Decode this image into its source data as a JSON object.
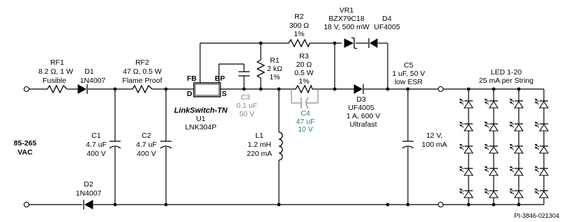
{
  "figure_id": "PI-3846-021304",
  "input": {
    "voltage_line1": "85-265",
    "voltage_line2": "VAC"
  },
  "components": {
    "RF1": {
      "ref": "RF1",
      "value": "8.2 Ω, 1 W",
      "note": "Fusible"
    },
    "D1": {
      "ref": "D1",
      "part": "1N4007"
    },
    "RF2": {
      "ref": "RF2",
      "value": "47 Ω, 0.5 W",
      "note": "Flame Proof"
    },
    "C1": {
      "ref": "C1",
      "value": "4.7 uF",
      "rating": "400 V"
    },
    "C2": {
      "ref": "C2",
      "value": "4.7 uF",
      "rating": "400 V"
    },
    "D2": {
      "ref": "D2",
      "part": "1N4007"
    },
    "U1": {
      "brand": "LinkSwitch-TN",
      "ref": "U1",
      "part": "LNK304P",
      "pin_fb": "FB",
      "pin_bp": "BP",
      "pin_d": "D",
      "pin_s": "S"
    },
    "C3": {
      "ref": "C3",
      "value": "0.1 uF",
      "rating": "50 V"
    },
    "R1": {
      "ref": "R1",
      "value": "2 kΩ",
      "tolerance": "1%"
    },
    "R2": {
      "ref": "R2",
      "value": "300 Ω",
      "tolerance": "1%"
    },
    "VR1": {
      "ref": "VR1",
      "part": "BZX79C18",
      "rating": "18 V, 500 mW"
    },
    "D4": {
      "ref": "D4",
      "part": "UF4005"
    },
    "R3": {
      "ref": "R3",
      "value": "20 Ω",
      "rating": "0.5 W",
      "tolerance": "1%"
    },
    "C4": {
      "ref": "C4",
      "value": "47 uF",
      "rating": "10 V"
    },
    "D3": {
      "ref": "D3",
      "part": "UF4005",
      "rating": "1 A, 600 V",
      "note": "Ultrafast"
    },
    "L1": {
      "ref": "L1",
      "value": "1.2 mH",
      "rating": "220 mA"
    },
    "C5": {
      "ref": "C5",
      "value": "1 uF, 50 V",
      "note": "low ESR"
    },
    "output": {
      "voltage": "12 V,",
      "current": "100 mA"
    },
    "LED": {
      "ref": "LED 1-20",
      "note": "25 mA per String"
    }
  },
  "colors": {
    "wire": "#000000",
    "inactive_part": "#888888",
    "highlight_part": "#2e7b7b"
  }
}
